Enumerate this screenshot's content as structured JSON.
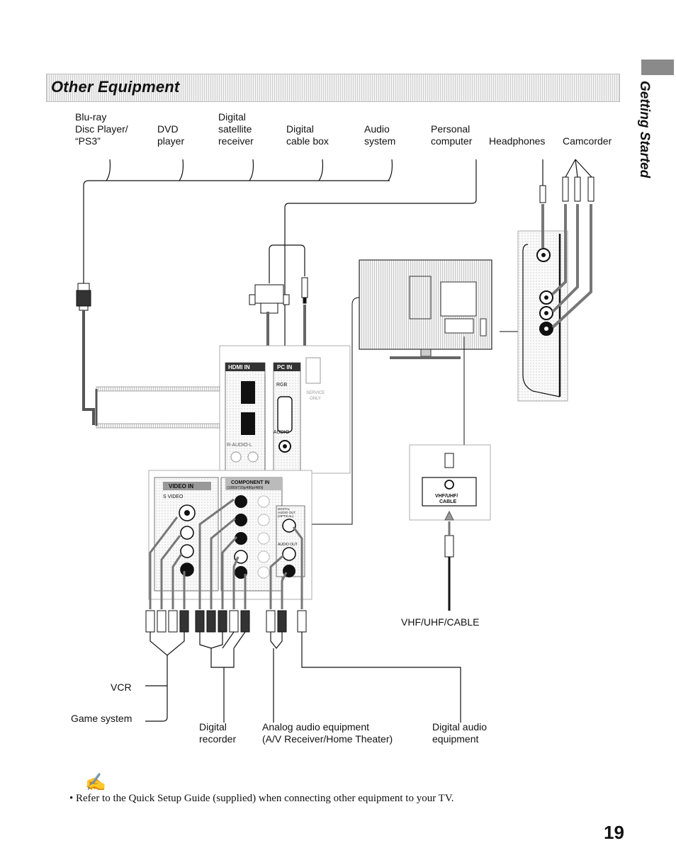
{
  "section": {
    "title": "Other Equipment",
    "side_tab": "Getting Started"
  },
  "top_devices": [
    {
      "id": "bluray",
      "label": "Blu-ray\nDisc Player/\n“PS3”"
    },
    {
      "id": "dvd",
      "label": "DVD\nplayer"
    },
    {
      "id": "satellite",
      "label": "Digital\nsatellite\nreceiver"
    },
    {
      "id": "cable",
      "label": "Digital\ncable box"
    },
    {
      "id": "audio",
      "label": "Audio\nsystem"
    },
    {
      "id": "pc",
      "label": "Personal\ncomputer"
    },
    {
      "id": "headphones",
      "label": "Headphones"
    },
    {
      "id": "camcorder",
      "label": "Camcorder"
    }
  ],
  "bottom_devices": [
    {
      "id": "vcr",
      "label": "VCR"
    },
    {
      "id": "game",
      "label": "Game system"
    },
    {
      "id": "recorder",
      "label": "Digital\nrecorder"
    },
    {
      "id": "analog",
      "label": "Analog audio equipment\n(A/V Receiver/Home Theater)"
    },
    {
      "id": "digital-audio",
      "label": "Digital audio\nequipment"
    }
  ],
  "panel_labels": {
    "hdmi_in": "HDMI IN",
    "pc_in": "PC IN",
    "rgb": "RGB",
    "service": "SERVICE\nONLY",
    "audio_r_l": "R-AUDIO-L",
    "audio": "AUDIO",
    "video_in": "VIDEO IN",
    "s_video": "S VIDEO",
    "component_in": "COMPONENT IN",
    "component_res": "(1080i/720p/480p/480i)",
    "digital_audio_out": "DIGITAL\nAUDIO OUT\n(OPTICAL)",
    "audio_out": "AUDIO OUT",
    "vhf_port": "VHF/UHF/\nCABLE",
    "vhf_source": "VHF/UHF/CABLE"
  },
  "note": {
    "icon": "memo-pencil-icon",
    "text": "• Refer to the Quick Setup Guide (supplied) when connecting other equipment to your TV."
  },
  "page_number": "19"
}
